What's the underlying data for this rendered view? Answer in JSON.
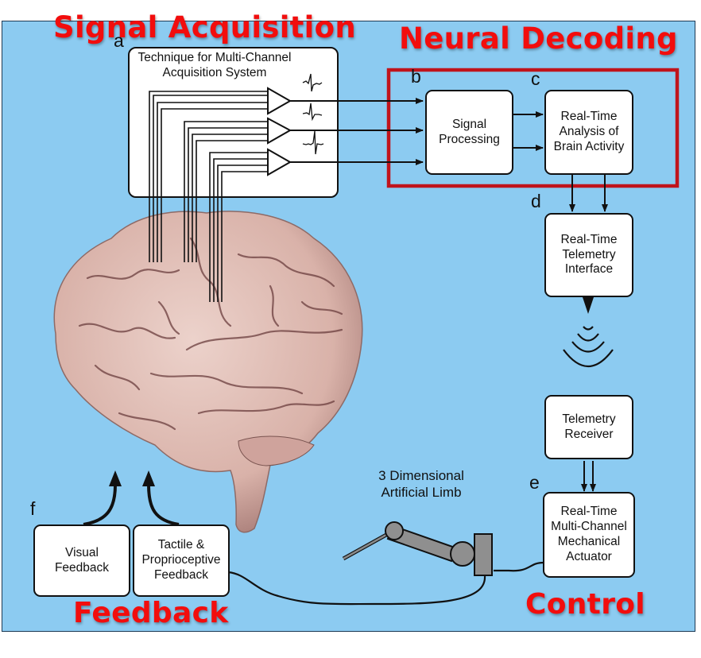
{
  "headings": {
    "signal_acquisition": "Signal Acquisition",
    "neural_decoding": "Neural Decoding",
    "feedback": "Feedback",
    "control": "Control"
  },
  "step_labels": {
    "a": "a",
    "b": "b",
    "c": "c",
    "d": "d",
    "e": "e",
    "f": "f"
  },
  "boxes": {
    "acquisition": "Technique for Multi-Channel\nAcquisition System",
    "signal_processing": "Signal\nProcessing",
    "analysis": "Real-Time\nAnalysis of\nBrain Activity",
    "telemetry_interface": "Real-Time\nTelemetry\nInterface",
    "telemetry_receiver": "Telemetry\nReceiver",
    "actuator": "Real-Time\nMulti-Channel\nMechanical\nActuator",
    "visual_feedback": "Visual\nFeedback",
    "tactile_feedback": "Tactile &\nProprioceptive\nFeedback"
  },
  "limb_label": "3 Dimensional\nArtificial Limb",
  "colors": {
    "background": "#8ccbf1",
    "heading_red": "#f20d0d",
    "highlight_box": "#c0141c",
    "brain": "#dcb8b0"
  }
}
